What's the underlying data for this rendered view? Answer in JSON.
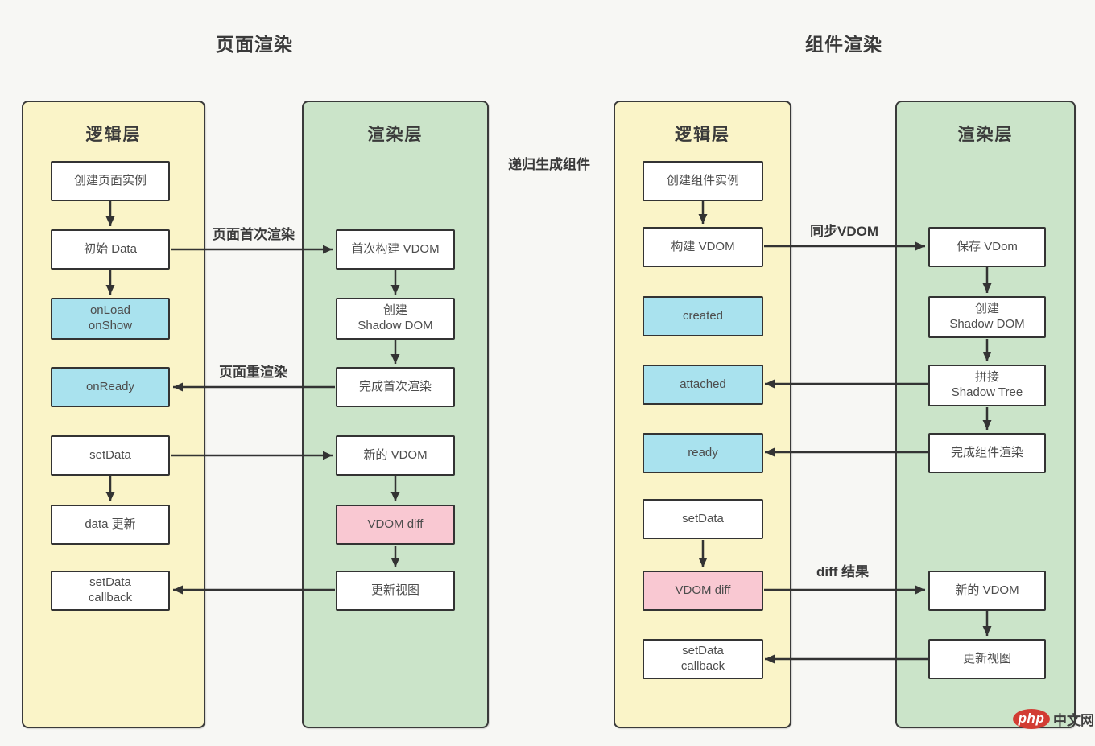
{
  "colors": {
    "background": "#f7f7f4",
    "panel_yellow": "#faf4c8",
    "panel_green": "#cbe4c9",
    "box_cyan": "#a9e2ee",
    "box_pink": "#f9c8d2",
    "box_white": "#ffffff",
    "border_dark": "#3a3a3a",
    "logo_red": "#d23c33"
  },
  "titles": {
    "page_section": "页面渲染",
    "component_section": "组件渲染"
  },
  "middle_label": "递归生成组件",
  "page_section": {
    "logic": {
      "header": "逻辑层",
      "boxes": {
        "create_instance": "创建页面实例",
        "init_data": "初始 Data",
        "onload_onshow": "onLoad\nonShow",
        "onready": "onReady",
        "set_data": "setData",
        "data_update": "data 更新",
        "setdata_callback": "setData\ncallback"
      }
    },
    "render": {
      "header": "渲染层",
      "boxes": {
        "first_build_vdom": "首次构建 VDOM",
        "create_shadow_dom": "创建\nShadow DOM",
        "finish_first_render": "完成首次渲染",
        "new_vdom": "新的 VDOM",
        "vdom_diff": "VDOM diff",
        "update_view": "更新视图"
      }
    },
    "arrow_labels": {
      "first_render": "页面首次渲染",
      "re_render": "页面重渲染"
    }
  },
  "component_section": {
    "logic": {
      "header": "逻辑层",
      "boxes": {
        "create_instance": "创建组件实例",
        "build_vdom": "构建 VDOM",
        "created": "created",
        "attached": "attached",
        "ready": "ready",
        "set_data": "setData",
        "vdom_diff": "VDOM diff",
        "setdata_callback": "setData\ncallback"
      }
    },
    "render": {
      "header": "渲染层",
      "boxes": {
        "save_vdom": "保存 VDom",
        "create_shadow_dom": "创建\nShadow DOM",
        "join_shadow_tree": "拼接\nShadow Tree",
        "finish_component_render": "完成组件渲染",
        "new_vdom": "新的 VDOM",
        "update_view": "更新视图"
      }
    },
    "arrow_labels": {
      "sync_vdom": "同步VDOM",
      "diff_result": "diff 结果"
    }
  },
  "watermark": {
    "logo": "php",
    "site": "中文网"
  }
}
